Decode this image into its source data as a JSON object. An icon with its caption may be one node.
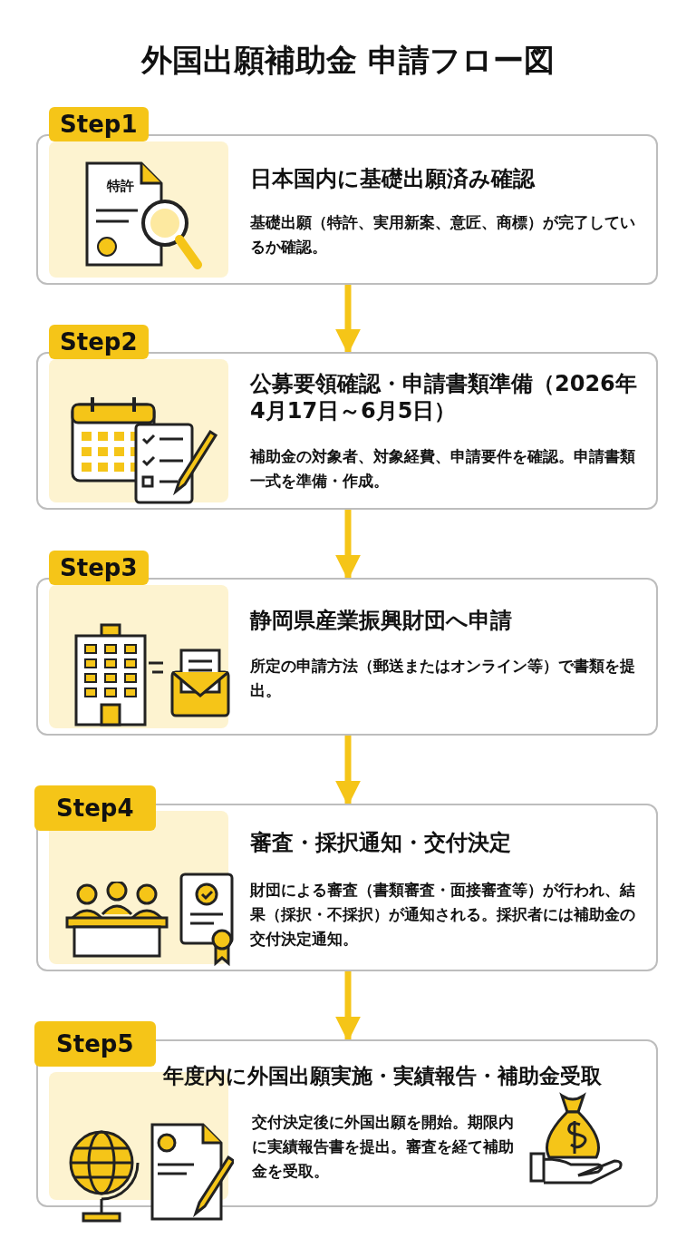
{
  "diagram": {
    "title": "外国出願補助金 申請フロー図",
    "nodes": [
      {
        "text": [
          "Step1",
          "日本国内に基礎出願済み確認",
          "基礎出願（特許、実用新案、意匠、商標）が完了しているか確認。"
        ]
      },
      {
        "text": [
          "Step2",
          "公募要領確認・申請書類準備（2026年4月17日～6月5日）",
          "補助金の対象者、対象経費、申請要件を確認。申請書類一式を準備・作成。"
        ]
      },
      {
        "text": [
          "Step3",
          "静岡県産業振興財団へ申請",
          "所定の申請方法（郵送またはオンライン等）で書類を提出。"
        ]
      },
      {
        "text": [
          "Step4",
          "審査・採択通知・交付決定",
          "財団による審査（書類審査・面接審査等）が行われ、結果（採択・不採択）が通知される。採択者には補助金の交付決定通知。"
        ]
      },
      {
        "text": [
          "Step5",
          "年度内に外国出願実施・実績報告・補助金受取",
          "交付決定後に外国出願を開始。期限内に実績報告書を提出。審査を経て補助金を受取。"
        ]
      }
    ],
    "edges": [
      {
        "from": 0,
        "to": 1,
        "arrow": "to"
      },
      {
        "from": 1,
        "to": 2,
        "arrow": "to"
      },
      {
        "from": 2,
        "to": 3,
        "arrow": "to"
      },
      {
        "from": 3,
        "to": 4,
        "arrow": "to"
      }
    ],
    "labels": [
      "特許"
    ]
  }
}
